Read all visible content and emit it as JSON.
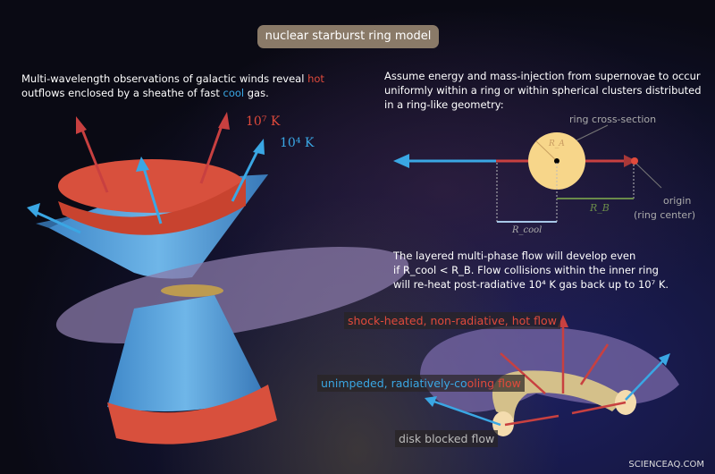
{
  "title": "nuclear starburst ring model",
  "left_text": {
    "prefix": "Multi-wavelength observations of galactic winds reveal ",
    "hot": "hot",
    "middle": " outflows enclosed by a sheathe of fast ",
    "cool": "cool",
    "suffix": " gas."
  },
  "temps": {
    "hot": "10⁷ K",
    "cool": "10⁴ K"
  },
  "right_text": "Assume energy and mass-injection from supernovae to occur uniformly within a ring or within spherical clusters distributed in a ring-like geometry:",
  "diagram_labels": {
    "ring_cross_section": "ring cross-section",
    "ra": "R_A",
    "rb": "R_B",
    "rcool": "R_cool",
    "origin": "origin",
    "origin_sub": "(ring center)"
  },
  "note": {
    "line1": "The layered multi-phase flow will develop even",
    "line2": "if R_cool < R_B.  Flow collisions within the inner ring",
    "line3": "will re-heat post-radiative 10⁴ K gas back up to 10⁷ K."
  },
  "flow_labels": {
    "hot": "shock-heated, non-radiative, hot flow",
    "cool_a": "unimpeded, radiatively-co",
    "cool_b": "oling flow",
    "disk": "disk blocked flow"
  },
  "watermark": "SCIENCEAQ.COM",
  "colors": {
    "hot": "#e04a3c",
    "cool": "#3aa7e4",
    "ring": "#f7d68a",
    "disk": "#8a7aa8"
  }
}
